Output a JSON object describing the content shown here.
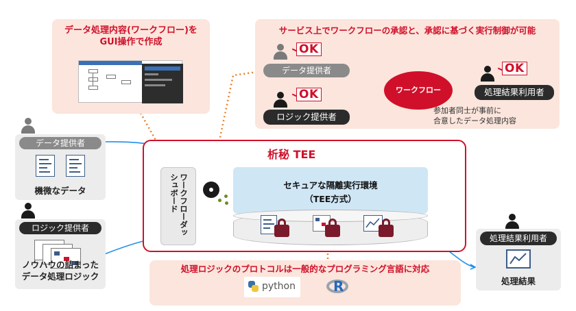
{
  "gui_box": {
    "title_line1": "データ処理内容(ワークフロー)を",
    "title_line2": "GUI操作で作成"
  },
  "service_box": {
    "title": "サービス上でワークフローの承認と、承認に基づく実行制御が可能",
    "data_provider": "データ提供者",
    "logic_provider": "ロジック提供者",
    "workflow": "ワークフロー",
    "result_user": "処理結果利用者",
    "ok": "OK",
    "note_line1": "参加者同士が事前に",
    "note_line2": "合意したデータ処理内容"
  },
  "left": {
    "data_provider": "データ提供者",
    "sensitive_data": "機微なデータ",
    "logic_provider": "ロジック提供者",
    "logic_line1": "ノウハウの詰まった",
    "logic_line2": "データ処理ロジック"
  },
  "tee": {
    "title": "析秘 TEE",
    "dashboard": "ワークフローダッシュボード",
    "env_line1": "セキュアな隔離実行環境",
    "env_line2": "（TEE方式）"
  },
  "bottom": {
    "title": "処理ロジックのプロトコルは一般的なプログラミング言語に対応",
    "python": "python",
    "r": "R"
  },
  "right": {
    "result_user": "処理結果利用者",
    "result": "処理結果"
  },
  "colors": {
    "red": "#d0102a",
    "peach": "#fbe5dc",
    "blue_arrow": "#1f8ee8",
    "orange_dots": "#e3802b",
    "tee_blue": "#cfe6f5"
  }
}
